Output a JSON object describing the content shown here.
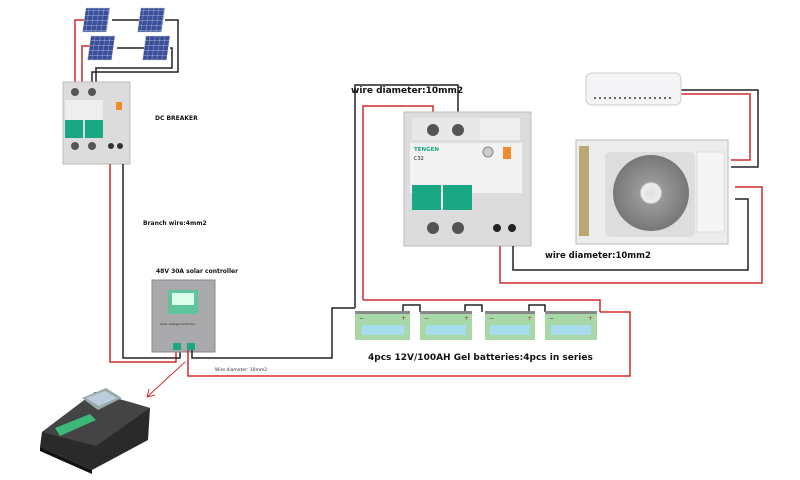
{
  "labels": {
    "dc_breaker": "DC BREAKER",
    "branch_wire": "Branch wire:4mm2",
    "controller": "48V 30A solar controller",
    "controller_panel": "Solar Charge Controller",
    "controller_wire": "Wire diameter: 10mm2",
    "breaker_wire": "wire diameter:10mm2",
    "ac_wire": "wire diameter:10mm2",
    "batteries": "4pcs 12V/100AH Gel batteries:4pcs in series",
    "breaker_brand": "TENGEN",
    "breaker_rating": "C32"
  },
  "colors": {
    "positive_wire": "#d42a2a",
    "negative_wire": "#111111",
    "breaker_handle": "#1aa884",
    "battery": "#a8d8a8",
    "battery_window": "#a6dcec",
    "solar_panel": "#3a4e9a"
  },
  "icons": [
    "solar-panel",
    "dc-breaker",
    "solar-controller",
    "battery",
    "ac-indoor-unit",
    "ac-outdoor-unit",
    "lcd-controller"
  ]
}
